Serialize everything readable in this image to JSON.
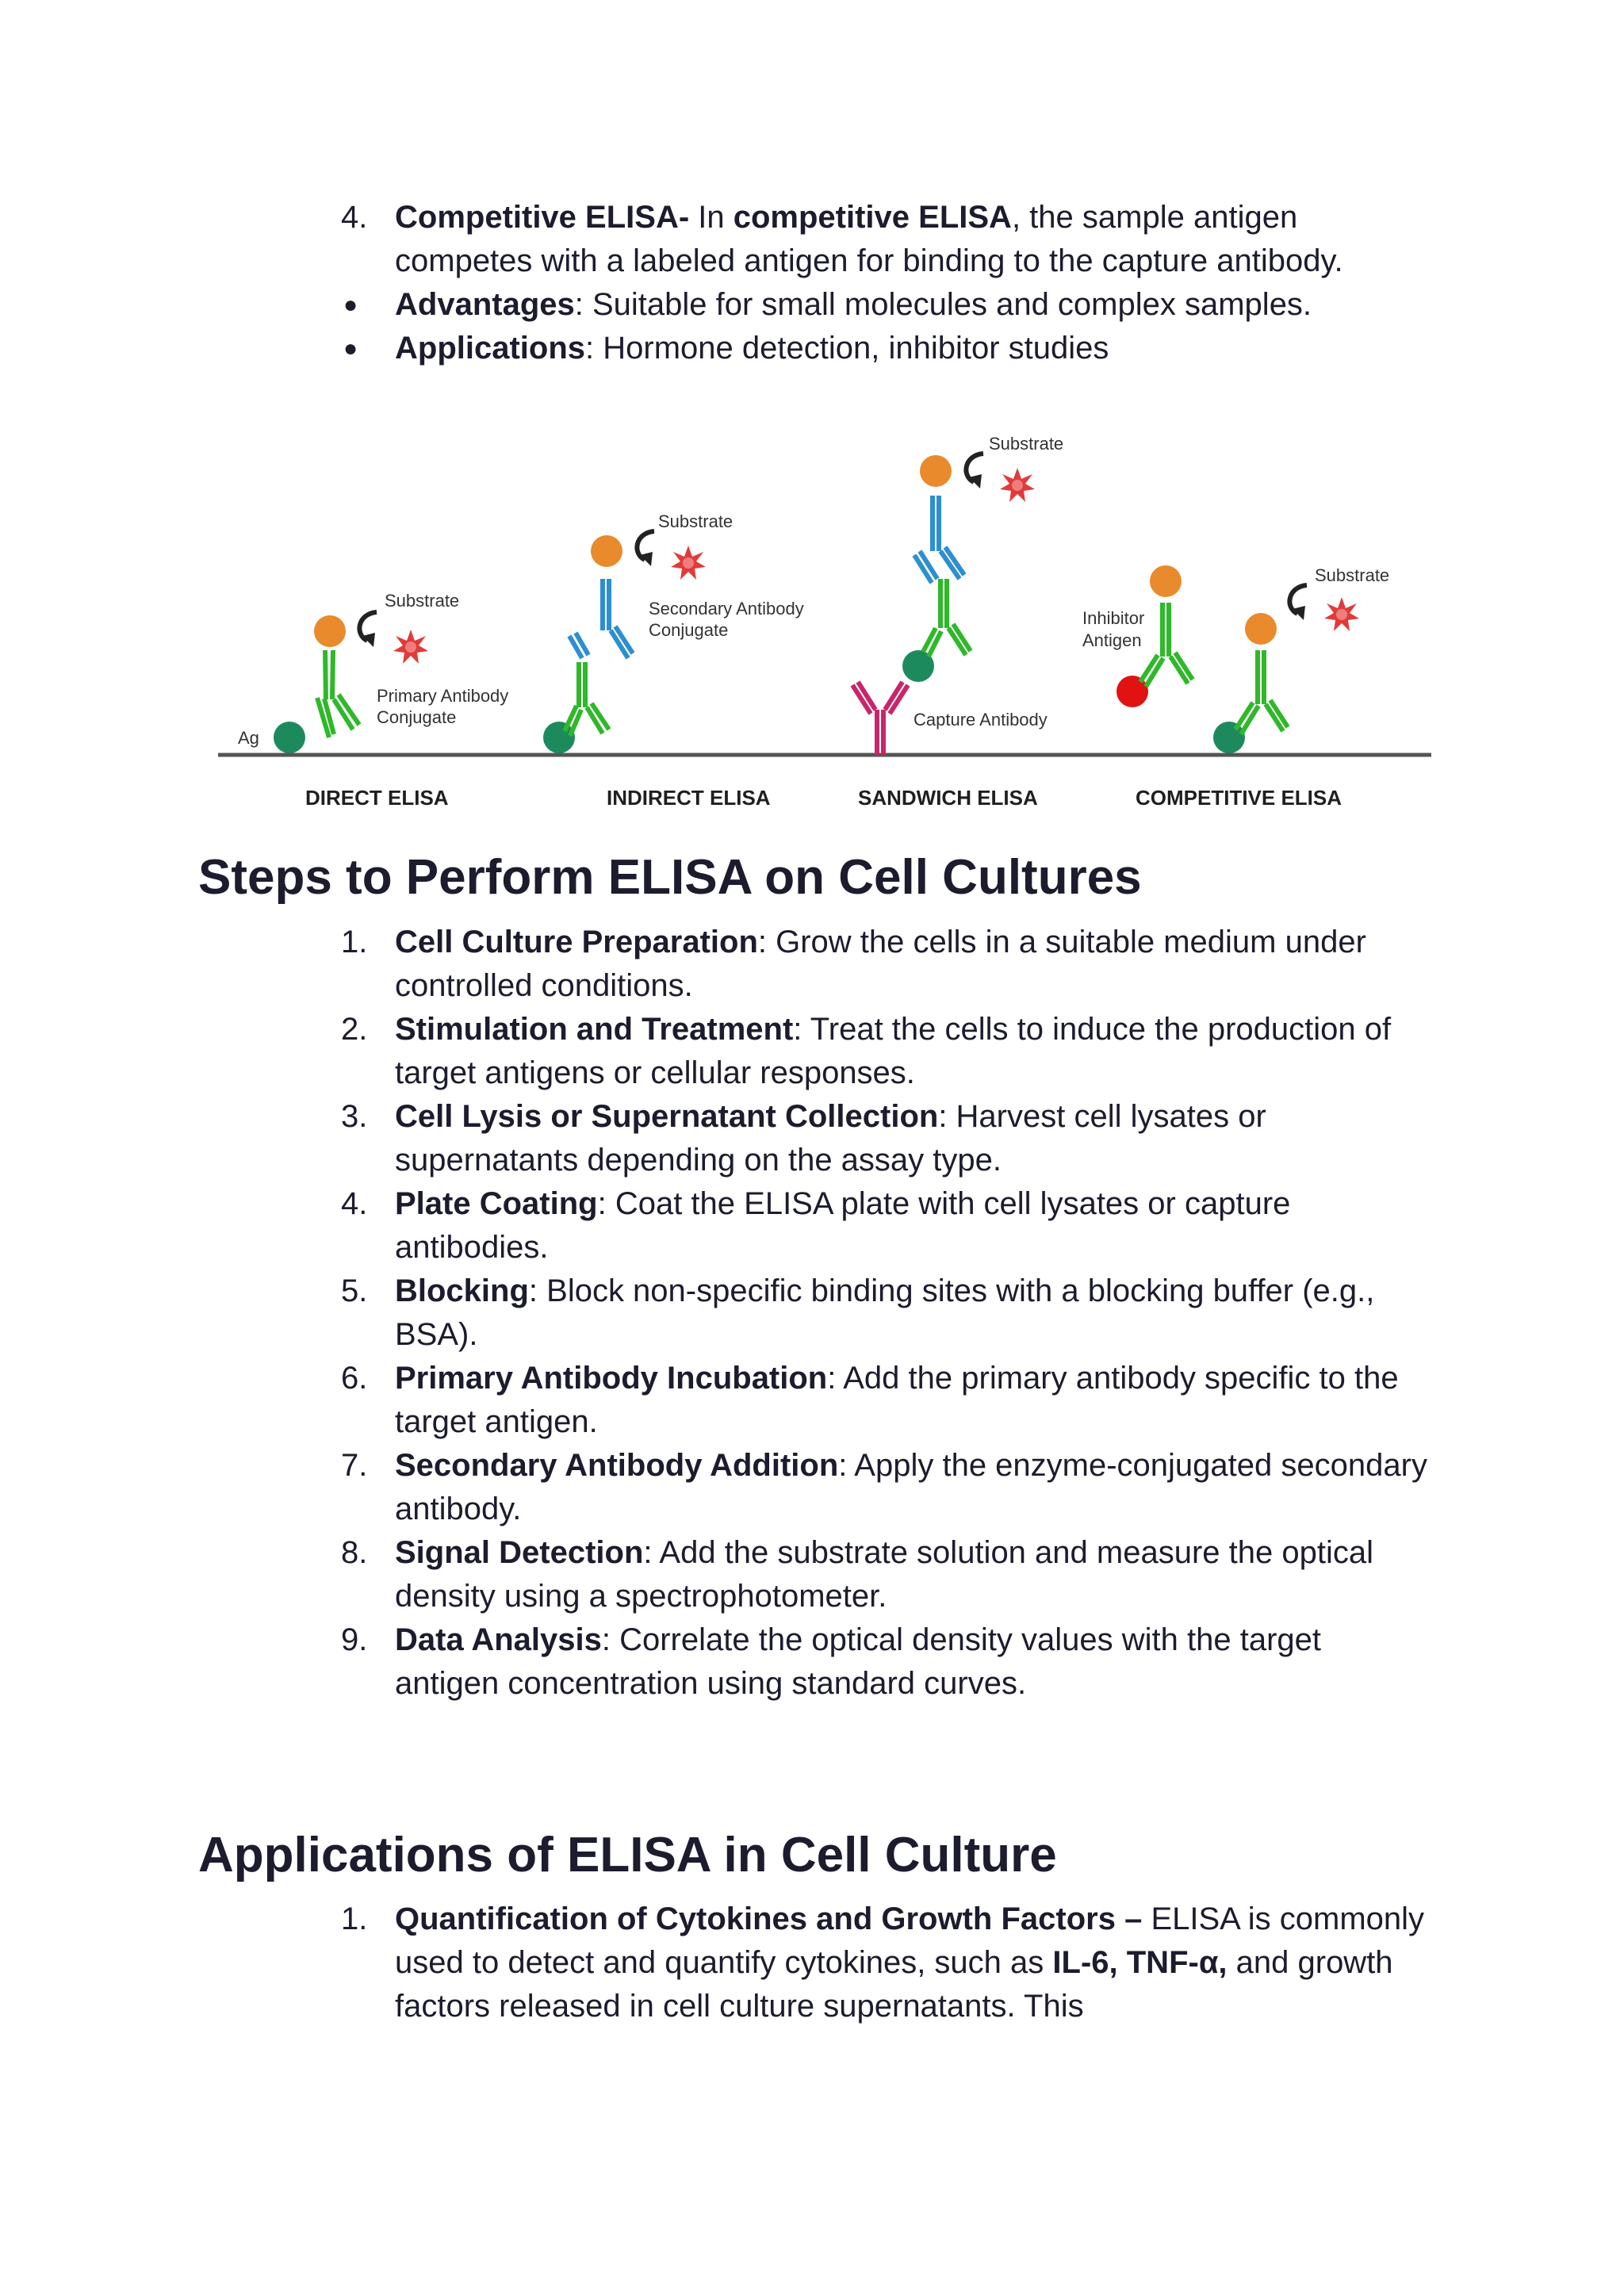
{
  "top_list": [
    {
      "marker": "4.",
      "bold": "Competitive ELISA-",
      "t1": " In ",
      "bold2": "competitive ELISA",
      "t2": ", the sample antigen competes with a labeled antigen for binding to the capture antibody."
    },
    {
      "bold": "Advantages",
      "text": ": Suitable for small molecules and complex samples."
    },
    {
      "bold": "Applications",
      "text": ": Hormone detection, inhibitor studies"
    }
  ],
  "figure": {
    "labels": {
      "ag": "Ag",
      "substrate": "Substrate",
      "primary_line1": "Primary Antibody",
      "primary_line2": "Conjugate",
      "secondary_line1": "Secondary Antibody",
      "secondary_line2": "Conjugate",
      "capture": "Capture Antibody",
      "inhibitor_line1": "Inhibitor",
      "inhibitor_line2": "Antigen"
    },
    "titles": [
      "DIRECT ELISA",
      "INDIRECT ELISA",
      "SANDWICH ELISA",
      "COMPETITIVE ELISA"
    ],
    "colors": {
      "green": "#2fb82a",
      "blue": "#2d8fd0",
      "magenta": "#c8266a",
      "orange": "#e98a2c",
      "teal": "#1d8a5e",
      "red": "#e01212",
      "star": "#e23a3a"
    }
  },
  "steps_section": {
    "heading": "Steps to Perform ELISA on Cell Cultures",
    "items": [
      {
        "marker": "1.",
        "bold": "Cell Culture Preparation",
        "text": ": Grow the cells in a suitable medium under controlled conditions."
      },
      {
        "marker": "2.",
        "bold": "Stimulation and Treatment",
        "text": ": Treat the cells to induce the production of target antigens or cellular responses."
      },
      {
        "marker": "3.",
        "bold": "Cell Lysis or Supernatant Collection",
        "text": ": Harvest cell lysates or supernatants depending on the assay type."
      },
      {
        "marker": "4.",
        "bold": "Plate Coating",
        "text": ": Coat the ELISA plate with cell lysates or capture antibodies."
      },
      {
        "marker": "5.",
        "bold": "Blocking",
        "text": ": Block non-specific binding sites with a blocking buffer (e.g., BSA)."
      },
      {
        "marker": "6.",
        "bold": "Primary Antibody Incubation",
        "text": ": Add the primary antibody specific to the target antigen."
      },
      {
        "marker": "7.",
        "bold": "Secondary Antibody Addition",
        "text": ": Apply the enzyme-conjugated secondary antibody."
      },
      {
        "marker": "8.",
        "bold": "Signal Detection",
        "text": ": Add the substrate solution and measure the optical density using a spectrophotometer."
      },
      {
        "marker": "9.",
        "bold": "Data Analysis",
        "text": ": Correlate the optical density values with the target antigen concentration using standard curves."
      }
    ]
  },
  "applications_section": {
    "heading": "Applications of ELISA in Cell Culture",
    "items": [
      {
        "marker": "1.",
        "bold": "Quantification of Cytokines and Growth Factors –",
        "t1": " ELISA is commonly used to detect and quantify cytokines, such as ",
        "bold2": "IL-6, TNF-α,",
        "t2": " and growth factors released in cell culture supernatants. This"
      }
    ]
  }
}
